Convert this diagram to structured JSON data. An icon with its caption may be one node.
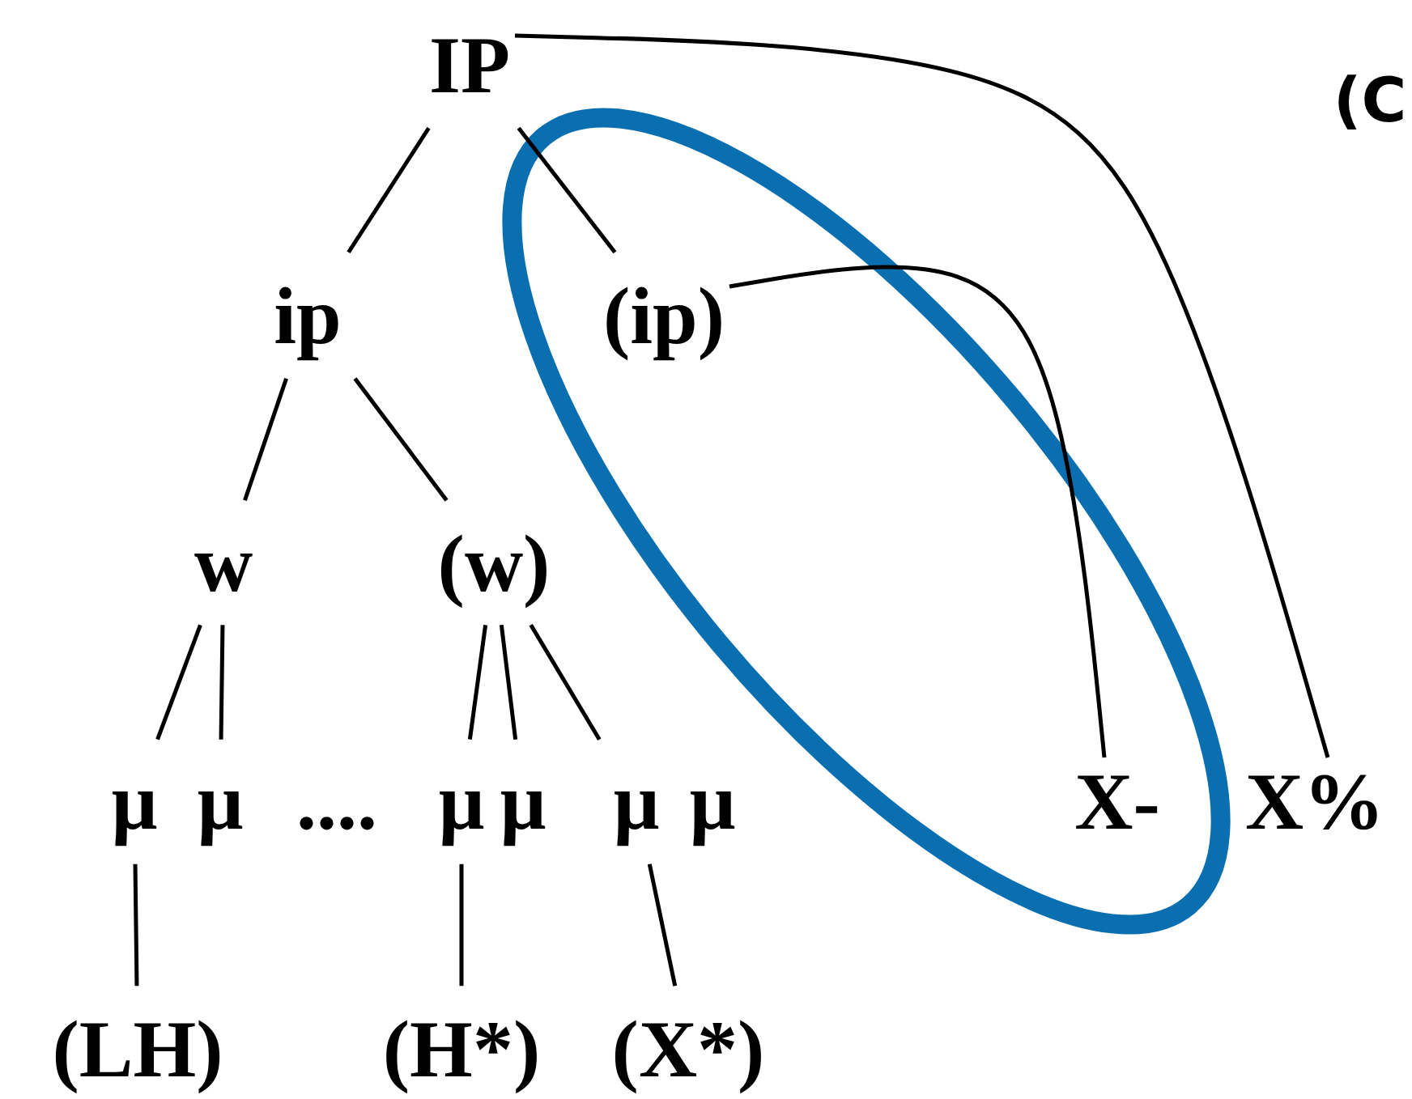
{
  "diagram": {
    "nodes": [
      {
        "text": [
          "IP"
        ]
      },
      {
        "text": [
          "ip"
        ]
      },
      {
        "text": [
          "(ip)"
        ]
      },
      {
        "text": [
          "w"
        ]
      },
      {
        "text": [
          "(w)"
        ]
      },
      {
        "text": [
          "μ"
        ]
      },
      {
        "text": [
          "μ"
        ]
      },
      {
        "text": [
          "μ"
        ]
      },
      {
        "text": [
          "μ"
        ]
      },
      {
        "text": [
          "μ"
        ]
      },
      {
        "text": [
          "μ"
        ]
      },
      {
        "text": [
          "X-"
        ]
      },
      {
        "text": [
          "X%"
        ]
      },
      {
        "text": [
          "(LH)"
        ]
      },
      {
        "text": [
          "(H*)"
        ]
      },
      {
        "text": [
          "(X*)"
        ]
      }
    ],
    "edges": [
      {
        "from": 0,
        "to": 1,
        "arrow": "none"
      },
      {
        "from": 0,
        "to": 2,
        "arrow": "none"
      },
      {
        "from": 0,
        "to": 12,
        "arrow": "none"
      },
      {
        "from": 2,
        "to": 11,
        "arrow": "none"
      },
      {
        "from": 1,
        "to": 3,
        "arrow": "none"
      },
      {
        "from": 1,
        "to": 4,
        "arrow": "none"
      },
      {
        "from": 3,
        "to": 5,
        "arrow": "none"
      },
      {
        "from": 3,
        "to": 6,
        "arrow": "none"
      },
      {
        "from": 4,
        "to": 7,
        "arrow": "none"
      },
      {
        "from": 4,
        "to": 8,
        "arrow": "none"
      },
      {
        "from": 4,
        "to": 9,
        "arrow": "none"
      },
      {
        "from": 5,
        "to": 13,
        "arrow": "none"
      },
      {
        "from": 7,
        "to": 14,
        "arrow": "none"
      },
      {
        "from": 9,
        "to": 15,
        "arrow": "none"
      }
    ],
    "labels": [
      "(C",
      "...."
    ]
  }
}
